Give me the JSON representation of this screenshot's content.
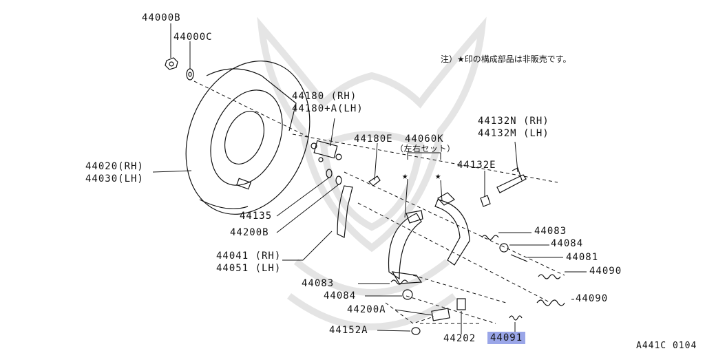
{
  "note": "注）★印の構成部品は非販売です。",
  "diagram_code": "A441C 0104",
  "set_note": "（左右セット）",
  "star": "★",
  "highlight_color": "#9aa6e8",
  "parts": {
    "p44000B": "44000B",
    "p44000C": "44000C",
    "p44180_rh": "44180 (RH)",
    "p44180_lh": "44180+A(LH)",
    "p44020": "44020(RH)",
    "p44030": "44030(LH)",
    "p44180E": "44180E",
    "p44060K": "44060K",
    "p44132N": "44132N (RH)",
    "p44132M": "44132M (LH)",
    "p44132E": "44132E",
    "p44135": "44135",
    "p44200B": "44200B",
    "p44041": "44041 (RH)",
    "p44051": "44051 (LH)",
    "p44083_r": "44083",
    "p44084_r": "44084",
    "p44081": "44081",
    "p44090_a": "44090",
    "p44090_b": "44090",
    "p44083_l": "44083",
    "p44084_l": "44084",
    "p44200A": "44200A",
    "p44152A": "44152A",
    "p44202": "44202",
    "p44091": "44091"
  }
}
